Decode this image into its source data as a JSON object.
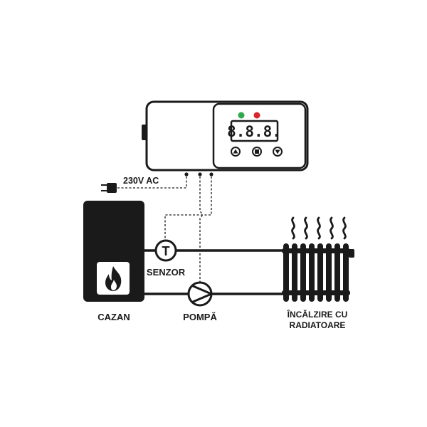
{
  "controller": {
    "display": "8.8.8.",
    "led_green": "#2fa84f",
    "led_red": "#d9262b",
    "buttons": [
      "up-arrow-icon",
      "stop-square-icon",
      "down-arrow-icon"
    ]
  },
  "power": {
    "label": "230V AC"
  },
  "sensor": {
    "symbol": "T",
    "label": "SENZOR"
  },
  "boiler": {
    "label": "CAZAN",
    "icon": "flame-icon"
  },
  "pump": {
    "label": "POMPĂ"
  },
  "radiator": {
    "label_line1": "ÎNCĂLZIRE CU",
    "label_line2": "RADIATOARE"
  },
  "colors": {
    "ink": "#1a1a1a",
    "background": "#ffffff"
  }
}
